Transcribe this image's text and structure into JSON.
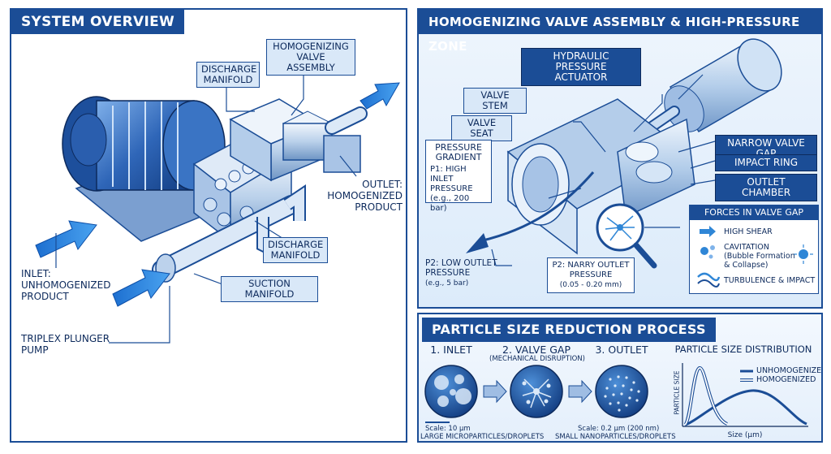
{
  "overview": {
    "title": "SYSTEM OVERVIEW",
    "labels": {
      "homogenizing_valve_assembly": "HOMOGENIZING\nVALVE ASSEMBLY",
      "discharge_manifold_top": "DISCHARGE\nMANIFOLD",
      "discharge_manifold_bottom": "DISCHARGE\nMANIFOLD",
      "suction_manifold": "SUCTION MANIFOLD",
      "outlet": "OUTLET:\nHOMOGENIZED\nPRODUCT",
      "inlet": "INLET:\nUNHOMOGENIZED\nPRODUCT",
      "pump": "TRIPLEX PLUNGER\nPUMP"
    }
  },
  "valve_zone": {
    "title": "HOMOGENIZING VALVE ASSEMBLY & HIGH-PRESSURE ZONE",
    "labels": {
      "actuator": "HYDRAULIC PRESSURE\nACTUATOR",
      "valve_stem": "VALVE STEM",
      "valve_seat": "VALVE SEAT",
      "narrow_gap": "NARROW VALVE GAP",
      "impact_ring": "IMPACT RING",
      "outlet_chamber": "OUTLET CHAMBER"
    },
    "pressure_gradient": {
      "heading": "PRESSURE\nGRADIENT",
      "p1": "P1: HIGH INLET\nPRESSURE",
      "p1_example": "(e.g., 200 bar)"
    },
    "p2_low": {
      "text": "P2: LOW OUTLET\nPRESSURE",
      "example": "(e.g., 5 bar)"
    },
    "p2_narrow": {
      "text": "P2: NARRY OUTLET\nPRESSURE",
      "example": "(0.05 - 0.20 mm)"
    },
    "forces": {
      "title": "FORCES IN VALVE GAP",
      "items": [
        {
          "label": "HIGH SHEAR",
          "icon": "shear-arrows-icon"
        },
        {
          "label": "CAVITATION\n(Bubble Formation\n& Collapse)",
          "icon": "bubble-icon"
        },
        {
          "label": "TURBULENCE & IMPACT",
          "icon": "turbulence-icon"
        }
      ]
    }
  },
  "particle": {
    "title": "PARTICLE SIZE REDUCTION PROCESS",
    "stages": [
      {
        "title": "1. INLET",
        "subtitle": "",
        "scale": "Scale: 10 µm",
        "caption": "LARGE MICROPARTICLES/DROPLETS"
      },
      {
        "title": "2. VALVE GAP",
        "subtitle": "(MECHANICAL DISRUPTION)",
        "scale": "",
        "caption": ""
      },
      {
        "title": "3. OUTLET",
        "subtitle": "",
        "scale": "Scale: 0.2 µm (200 nm)",
        "caption": "SMALL NANOPARTICLES/DROPLETS"
      }
    ],
    "distribution": {
      "title": "PARTICLE SIZE DISTRIBUTION",
      "ylabel": "PARTICLE SIZE",
      "xlabel": "Size (µm)",
      "legend": [
        "UNHOMOGENIZED",
        "HOMOGENIZED"
      ]
    }
  },
  "colors": {
    "primary": "#1b4d96",
    "light": "#d9e8f8",
    "flow": "#2f86d6"
  }
}
